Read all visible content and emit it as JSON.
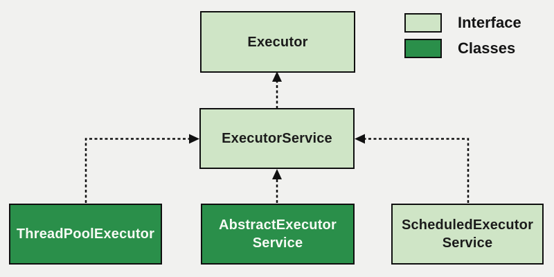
{
  "diagram": {
    "background_color": "#f1f1ef",
    "legend": {
      "items": [
        {
          "label": "Interface",
          "color": "#cfe5c6"
        },
        {
          "label": "Classes",
          "color": "#2a8f4a"
        }
      ]
    },
    "nodes": {
      "executor": {
        "label": "Executor",
        "kind": "interface"
      },
      "executor_service": {
        "label": "ExecutorService",
        "kind": "interface"
      },
      "thread_pool_executor": {
        "label": "ThreadPoolExecutor",
        "kind": "class"
      },
      "abstract_executor_service": {
        "label": "AbstractExecutor\nService",
        "kind": "class"
      },
      "scheduled_executor_service": {
        "label": "ScheduledExecutor\nService",
        "kind": "interface"
      }
    },
    "edges": [
      {
        "from": "executor_service",
        "to": "executor",
        "style": "dashed",
        "arrow": "filled-triangle"
      },
      {
        "from": "abstract_executor_service",
        "to": "executor_service",
        "style": "dashed",
        "arrow": "filled-triangle"
      },
      {
        "from": "thread_pool_executor",
        "to": "executor_service",
        "style": "dashed",
        "arrow": "filled-triangle"
      },
      {
        "from": "scheduled_executor_service",
        "to": "executor_service",
        "style": "dashed",
        "arrow": "filled-triangle"
      }
    ],
    "colors": {
      "interface_fill": "#cfe5c6",
      "class_fill": "#2a8f4a",
      "stroke": "#111111",
      "text_dark": "#1b1b1b",
      "text_light": "#f6faf4"
    }
  }
}
